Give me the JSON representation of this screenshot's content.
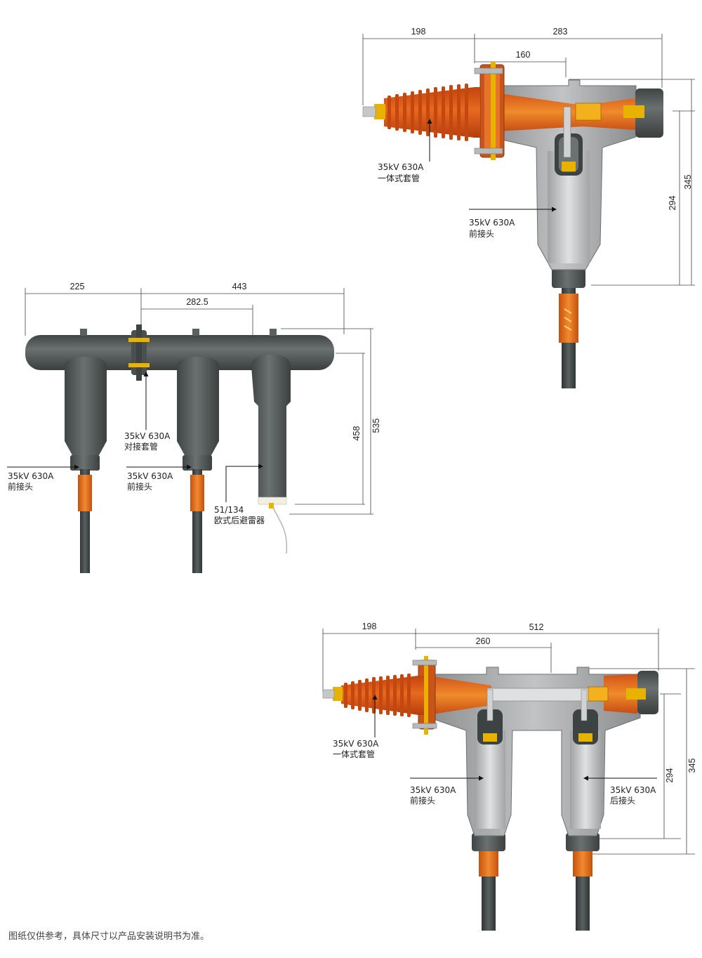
{
  "colors": {
    "dark_body": "#545a59",
    "grey_body": "#a3a5a6",
    "orange": "#d8561a",
    "orange_light": "#ee8a23",
    "brass": "#e7b300",
    "cable": "#3d4242",
    "cable_orange": "#e26b1c"
  },
  "top": {
    "dims": {
      "a": "198",
      "b": "283",
      "c": "160",
      "h1": "345",
      "h2": "294"
    },
    "bushing_label": [
      "35kV 630A",
      "一体式套管"
    ],
    "connector_label": [
      "35kV 630A",
      "前接头"
    ]
  },
  "middle": {
    "dims": {
      "a": "225",
      "b": "443",
      "c": "282.5",
      "h1": "458",
      "h2": "535"
    },
    "coupling_label": [
      "35kV 630A",
      "对接套管"
    ],
    "front_label_1": [
      "35kV 630A",
      "前接头"
    ],
    "front_label_2": [
      "35kV 630A",
      "前接头"
    ],
    "arrester_label": [
      "51/134",
      "欧式后避雷器"
    ]
  },
  "bottom": {
    "dims": {
      "a": "198",
      "b": "512",
      "c": "260",
      "h1": "294",
      "h2": "345"
    },
    "bushing_label": [
      "35kV 630A",
      "一体式套管"
    ],
    "front_label": [
      "35kV 630A",
      "前接头"
    ],
    "rear_label": [
      "35kV 630A",
      "后接头"
    ]
  },
  "footer": "图纸仅供参考，具体尺寸以产品安装说明书为准。"
}
